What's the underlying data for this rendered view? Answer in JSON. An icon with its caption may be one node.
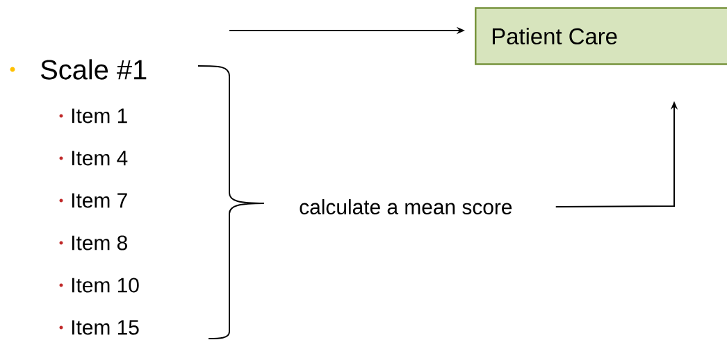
{
  "diagram": {
    "nodes": [
      {
        "text": [
          "Patient Care"
        ]
      },
      {
        "text": [
          "calculate a mean score"
        ]
      }
    ],
    "edges": [
      {
        "from": null,
        "to": 0,
        "arrow": "to"
      },
      {
        "from": 1,
        "to": 0,
        "arrow": "to"
      }
    ],
    "labels": [
      "Scale #1",
      "Item 1",
      "Item 4",
      "Item 7",
      "Item 8",
      "Item 10",
      "Item 15"
    ]
  }
}
